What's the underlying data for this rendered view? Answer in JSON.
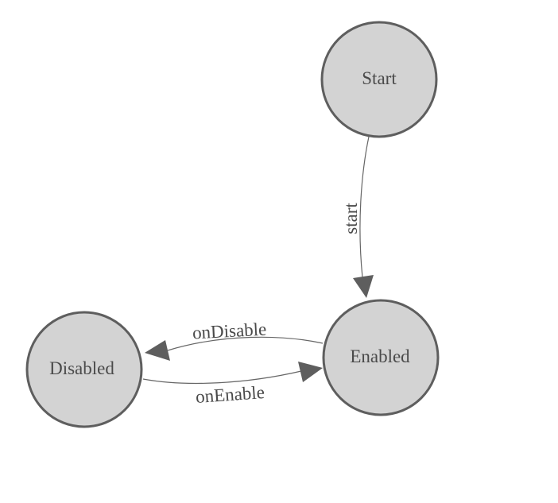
{
  "diagram": {
    "type": "state-machine",
    "background": "#ffffff",
    "colors": {
      "node_fill": "#d3d3d3",
      "node_stroke": "#5e5e5e",
      "edge_line": "#666666",
      "arrow_fill": "#5e5e5e",
      "label_text": "#4a4a4a"
    },
    "nodes": [
      {
        "id": "start",
        "label": "Start"
      },
      {
        "id": "enabled",
        "label": "Enabled"
      },
      {
        "id": "disabled",
        "label": "Disabled"
      }
    ],
    "edges": [
      {
        "from": "Start",
        "to": "Enabled",
        "label": "start"
      },
      {
        "from": "Enabled",
        "to": "Disabled",
        "label": "onDisable"
      },
      {
        "from": "Disabled",
        "to": "Enabled",
        "label": "onEnable"
      }
    ]
  }
}
